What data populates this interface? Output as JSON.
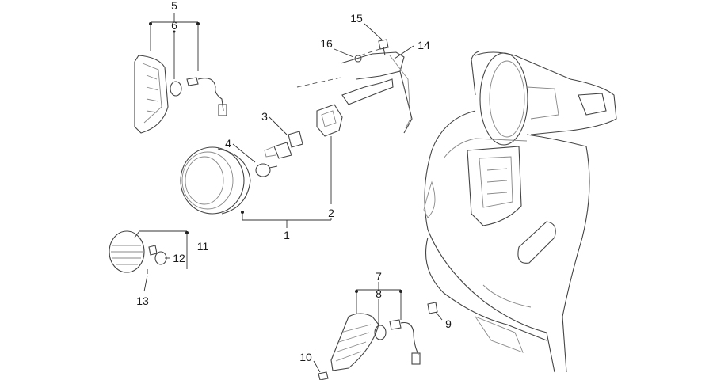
{
  "diagram": {
    "callouts": [
      {
        "id": "c1",
        "label": "1"
      },
      {
        "id": "c2",
        "label": "2"
      },
      {
        "id": "c3",
        "label": "3"
      },
      {
        "id": "c4",
        "label": "4"
      },
      {
        "id": "c5",
        "label": "5"
      },
      {
        "id": "c6",
        "label": "6"
      },
      {
        "id": "c7",
        "label": "7"
      },
      {
        "id": "c8",
        "label": "8"
      },
      {
        "id": "c9",
        "label": "9"
      },
      {
        "id": "c10",
        "label": "10"
      },
      {
        "id": "c11",
        "label": "11"
      },
      {
        "id": "c12",
        "label": "12"
      },
      {
        "id": "c13",
        "label": "13"
      },
      {
        "id": "c14",
        "label": "14"
      },
      {
        "id": "c15",
        "label": "15"
      },
      {
        "id": "c16",
        "label": "16"
      }
    ]
  }
}
